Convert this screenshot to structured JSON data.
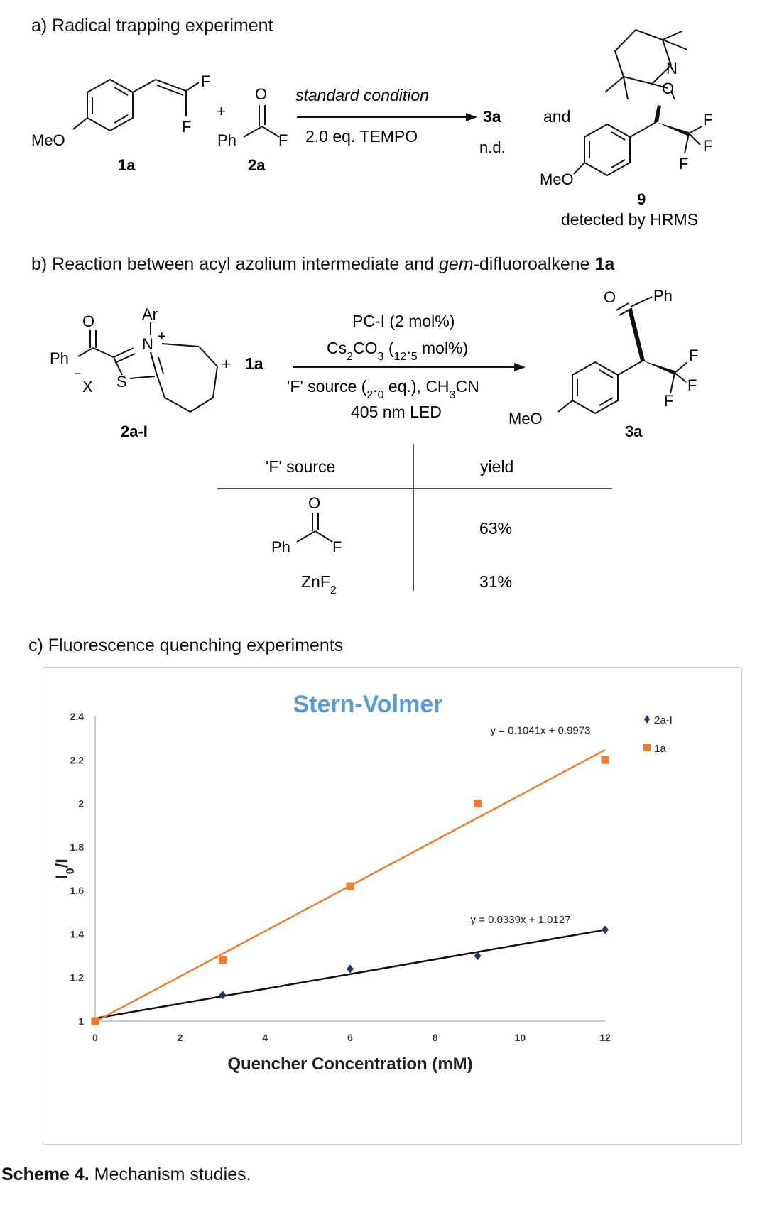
{
  "section_a": {
    "heading": "a) Radical trapping experiment",
    "cmpd_1a": "1a",
    "cmpd_2a": "2a",
    "cmpd_3a": "3a",
    "cmpd_9": "9",
    "cond_top": "standard condition",
    "cond_bottom": "2.0 eq. TEMPO",
    "result": "n.d.",
    "and_text": "and",
    "detected": "detected by HRMS",
    "atoms": {
      "F": "F",
      "O": "O",
      "N": "N",
      "MeO": "MeO",
      "Ph": "Ph",
      "plus": "+"
    }
  },
  "section_b": {
    "heading_pre": "b) Reaction between acyl azolium intermediate and ",
    "heading_italic": "gem",
    "heading_mid": "-difluoroalkene ",
    "heading_bold": "1a",
    "cmpd_2aI": "2a-I",
    "cmpd_1a": "1a",
    "cmpd_3a": "3a",
    "cond_1": "PC-I (2 mol%)",
    "cond_2": "Cs2CO3 (12.5 mol%)",
    "cond_3": "'F' source (2.0 eq.), CH3CN",
    "cond_4": "405 nm LED",
    "atoms": {
      "Ar": "Ar",
      "N": "N",
      "plus": "+",
      "X": "X",
      "minus": "−",
      "S": "S",
      "Ph": "Ph",
      "O": "O",
      "F": "F",
      "MeO": "MeO"
    },
    "table": {
      "col_source": "'F' source",
      "col_yield": "yield",
      "rows": [
        {
          "source": "PhC(O)F",
          "yield": "63%"
        },
        {
          "source": "ZnF2",
          "yield": "31%"
        }
      ]
    }
  },
  "section_c": {
    "heading": "c) Fluorescence quenching experiments"
  },
  "chart_data": {
    "type": "scatter",
    "title": "Stern-Volmer",
    "xlabel": "Quencher Concentration (mM)",
    "ylabel": "I0/I",
    "xlim": [
      0,
      12
    ],
    "ylim": [
      1,
      2.4
    ],
    "xticks": [
      0,
      2,
      4,
      6,
      8,
      10,
      12
    ],
    "yticks": [
      1,
      1.2,
      1.4,
      1.6,
      1.8,
      2,
      2.2,
      2.4
    ],
    "legend_position": "top-right",
    "grid": false,
    "series": [
      {
        "name": "2a-I",
        "color": "#1f3864",
        "marker": "diamond",
        "x": [
          0,
          3,
          6,
          9,
          12
        ],
        "y": [
          1.0,
          1.12,
          1.24,
          1.3,
          1.42
        ],
        "fit": {
          "slope": 0.0339,
          "intercept": 1.0127,
          "label": "y = 0.0339x + 1.0127"
        }
      },
      {
        "name": "1a",
        "color": "#ed7d31",
        "marker": "square",
        "x": [
          0,
          3,
          6,
          9,
          12
        ],
        "y": [
          1.0,
          1.28,
          1.62,
          2.0,
          2.2
        ],
        "fit": {
          "slope": 0.1041,
          "intercept": 0.9973,
          "label": "y = 0.1041x + 0.9973"
        }
      }
    ],
    "fit_line_colors": {
      "2a-I": "#111111",
      "1a": "#ed7d31"
    },
    "title_color": "#5b9bd5"
  },
  "caption": {
    "bold": "Scheme 4.",
    "text": " Mechanism studies."
  }
}
